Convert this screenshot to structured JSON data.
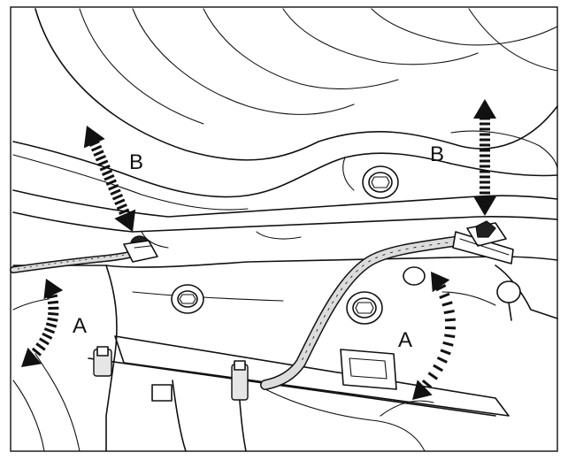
{
  "labels": {
    "b_left": "B",
    "b_right": "B",
    "a_left": "A",
    "a_right": "A"
  },
  "colors": {
    "line": "#111111",
    "background": "#ffffff",
    "cable": "#dcdcdc"
  }
}
